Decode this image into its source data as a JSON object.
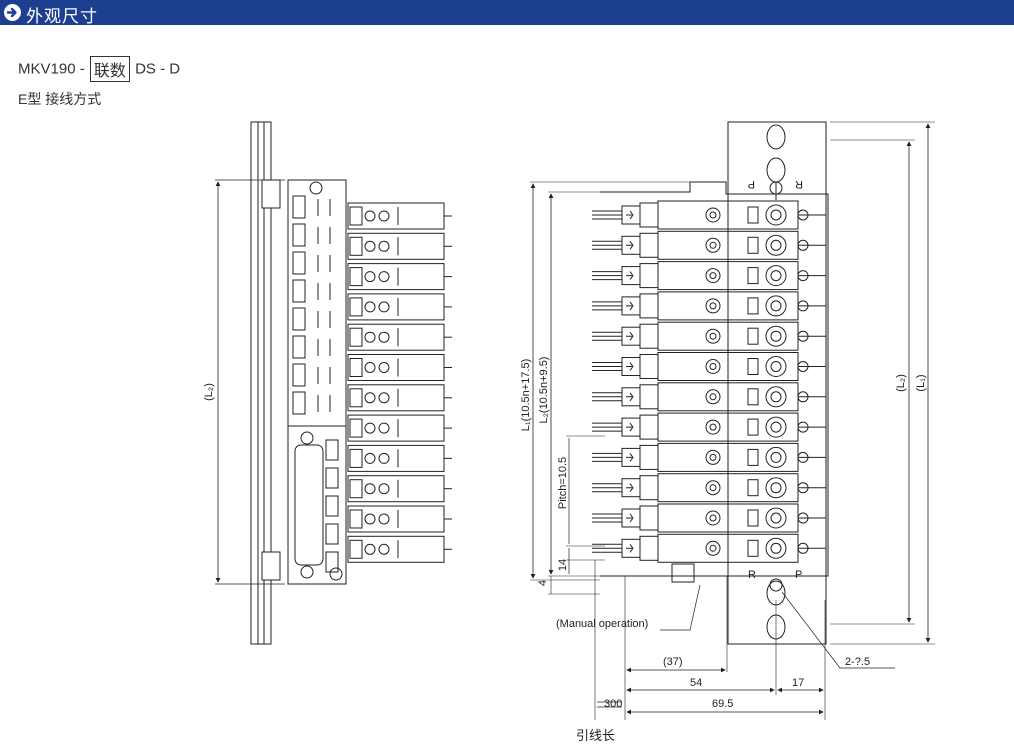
{
  "header": {
    "title": "外观尺寸",
    "icon": "arrow-right-circle-icon",
    "bar_color": "#1d3f8f"
  },
  "model": {
    "prefix": "MKV190 -",
    "boxed": "联数",
    "suffix": "DS - D"
  },
  "wiring_type": "E型 接线方式",
  "drawing": {
    "left_view": {
      "dim_label": "(L₂)"
    },
    "right_view": {
      "dim_l1": "L₁(10.5n+17.5)",
      "dim_l2": "L₂(10.5n+9.5)",
      "pitch": "Pitch=10.5",
      "dim_14": "14",
      "dim_4": "4",
      "manual_operation": "(Manual  operation)",
      "dim_37": "(37)",
      "dim_54": "54",
      "dim_69_5": "69.5",
      "dim_17": "17",
      "dim_300": "300",
      "hole": "2-?.5",
      "lead_length": "引线长",
      "right_l1": "(L₁)",
      "right_l2": "(L₂)",
      "port_top_p": "P",
      "port_top_r": "R",
      "port_bottom_r": "R",
      "port_bottom_p": "P"
    }
  }
}
